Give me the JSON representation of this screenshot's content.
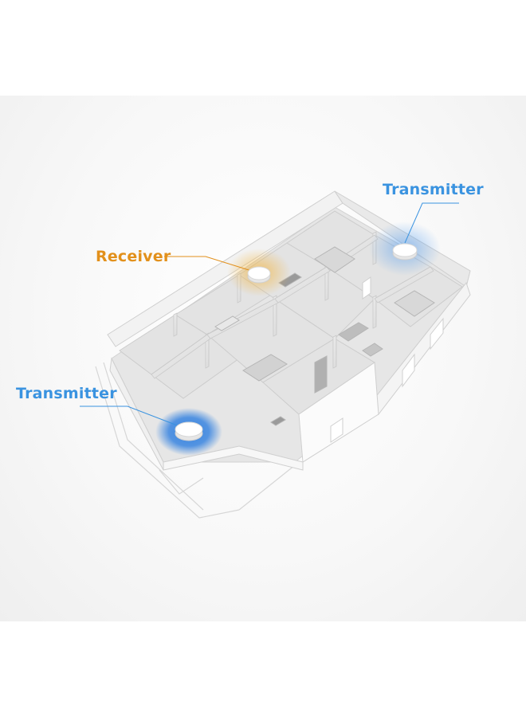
{
  "labels": {
    "receiver": "Receiver",
    "transmitter_top": "Transmitter",
    "transmitter_left": "Transmitter"
  },
  "colors": {
    "receiver": "#e2901b",
    "transmitter": "#3a93e0",
    "glow_blue": "#2f7fe0",
    "glow_orange": "#f4b43a"
  },
  "icons": {
    "device": "round-ceiling-device-icon"
  }
}
